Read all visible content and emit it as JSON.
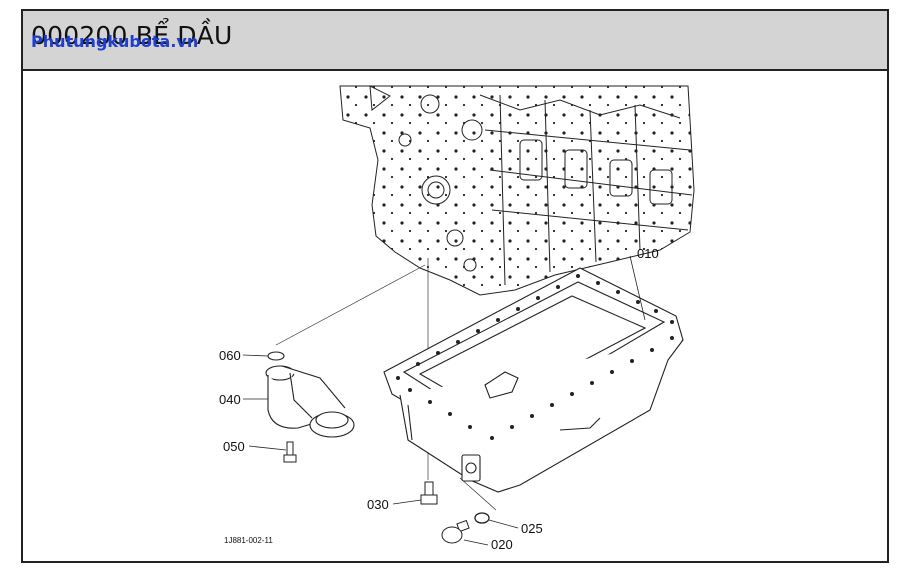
{
  "header": {
    "title": "000200 BỂ DẦU",
    "watermark": "Phutungkubota.vn"
  },
  "callouts": {
    "c010": "010",
    "c020": "020",
    "c025": "025",
    "c030": "030",
    "c040": "040",
    "c050": "050",
    "c060": "060"
  },
  "drawing_code": "1J881-002-11"
}
